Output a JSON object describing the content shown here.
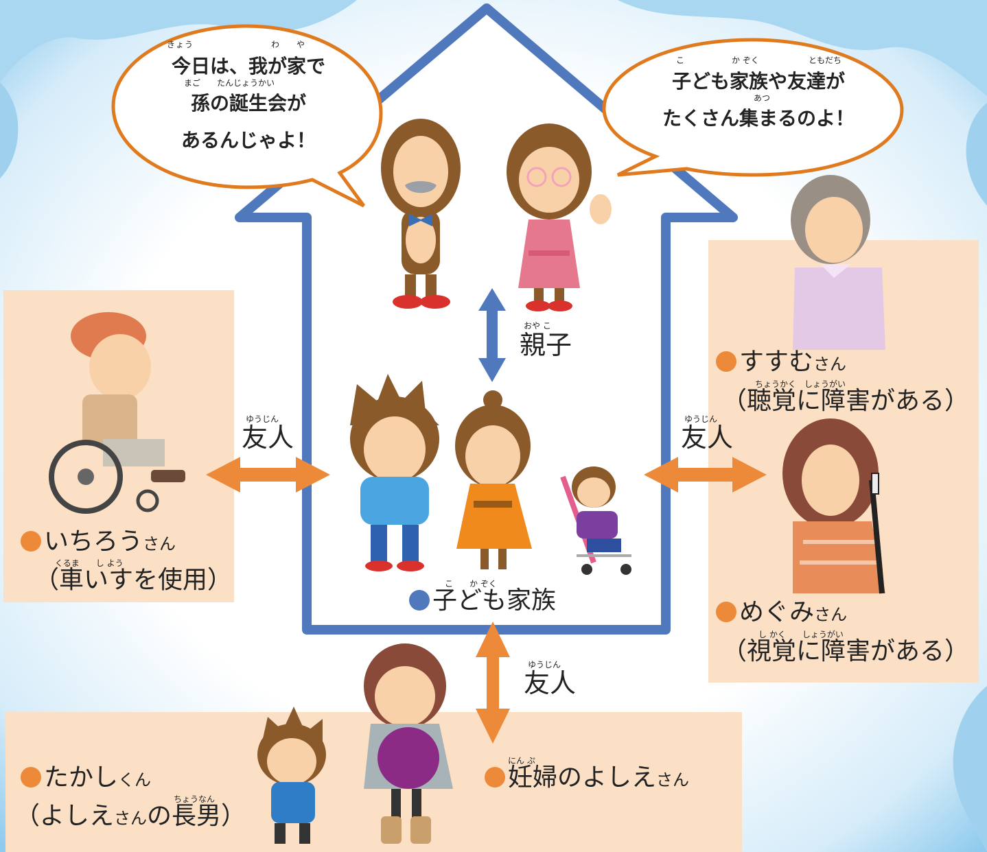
{
  "colors": {
    "house": "#4f78bd",
    "arrow_blue": "#4f78bd",
    "arrow_orange": "#ec8a3a",
    "bubble_border": "#e07a1f",
    "panel": "#fbe0c6",
    "dot_orange": "#ec8a3a",
    "dot_blue": "#4f78bd",
    "sky": "#b8ddf2"
  },
  "bubbles": {
    "grandpa": {
      "line1": "今日は、我が家で",
      "line2": "孫の誕生会が",
      "line3": "あるんじゃよ！",
      "ruby": [
        "きょう",
        "わ",
        "や",
        "まご",
        "たんじょうかい"
      ]
    },
    "grandma": {
      "line1": "子ども家族や友達が",
      "line2": "たくさん集まるのよ！",
      "ruby": [
        "こ",
        "か ぞく",
        "ともだち",
        "あつ"
      ]
    }
  },
  "relations": {
    "oyako": {
      "label": "親子",
      "ruby": "おや こ"
    },
    "friend_left": {
      "label": "友人",
      "ruby": "ゆうじん"
    },
    "friend_right": {
      "label": "友人",
      "ruby": "ゆうじん"
    },
    "friend_bottom": {
      "label": "友人",
      "ruby": "ゆうじん"
    }
  },
  "family": {
    "label": "子ども家族",
    "ruby": "こ　　か ぞく"
  },
  "people": {
    "ichirou": {
      "name": "いちろう",
      "suffix": "さん",
      "note": "（車いすを使用）",
      "ruby": "くるま　　し よう"
    },
    "susumu": {
      "name": "すすむ",
      "suffix": "さん",
      "note": "（聴覚に障害がある）",
      "ruby": "ちょうかく　しょうがい"
    },
    "megumi": {
      "name": "めぐみ",
      "suffix": "さん",
      "note": "（視覚に障害がある）",
      "ruby": "し かく　　しょうがい"
    },
    "takashi": {
      "name": "たかし",
      "suffix": "くん",
      "note_a": "（よしえ",
      "note_b": "さん",
      "note_c": "の長男）",
      "ruby": "ちょうなん"
    },
    "yoshie": {
      "name": "妊婦のよしえ",
      "suffix": "さん",
      "ruby": "にん ぷ"
    }
  },
  "icons": [
    "grandpa-figure",
    "grandma-figure",
    "father-figure",
    "mother-figure",
    "baby-stroller-figure",
    "wheelchair-person-figure",
    "hearing-impaired-person-figure",
    "visually-impaired-person-figure",
    "boy-figure",
    "pregnant-woman-figure"
  ]
}
